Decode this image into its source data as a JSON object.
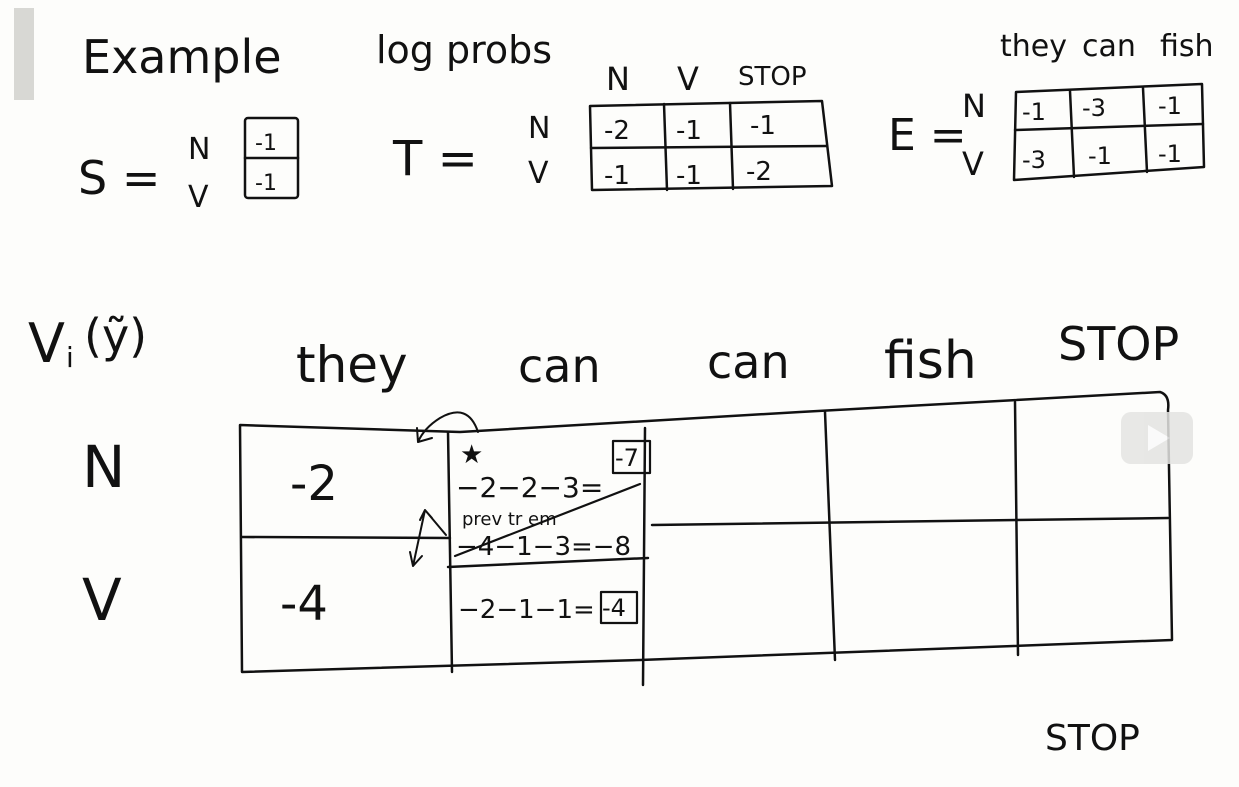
{
  "title": "Example",
  "subtitle": "log probs",
  "S": {
    "label": "S =",
    "rows": [
      "N",
      "V"
    ],
    "values": [
      "-1",
      "-1"
    ]
  },
  "T": {
    "label": "T =",
    "rows": [
      "N",
      "V"
    ],
    "cols": [
      "N",
      "V",
      "STOP"
    ],
    "cells": [
      [
        "-2",
        "-1",
        "-1"
      ],
      [
        "-1",
        "-1",
        "-2"
      ]
    ]
  },
  "E": {
    "label": "E =",
    "rows": [
      "N",
      "V"
    ],
    "words": [
      "they",
      "can",
      "fish"
    ],
    "cells": [
      [
        "-1",
        "-3",
        "-1"
      ],
      [
        "-3",
        "-1",
        "-1"
      ]
    ]
  },
  "viterbi": {
    "label": "V",
    "label_sub": "i",
    "label_arg": "(ỹ)",
    "words": [
      "they",
      "can",
      "can",
      "fish",
      "STOP"
    ],
    "rows": [
      "N",
      "V"
    ],
    "col1": {
      "N": "-2",
      "V": "-4"
    },
    "col2": {
      "star": "★",
      "n_calc1_expr": "−2−2−3=",
      "n_calc1_result": "-7",
      "note": "prev tr   em",
      "n_calc2_expr": "−4−1−3=−8",
      "v_calc_expr": "−2−1−1=",
      "v_calc_result": "-4"
    }
  },
  "footer": {
    "stop": "STOP"
  },
  "colors": {
    "ink": "#111111",
    "paper": "#fdfdfb"
  }
}
